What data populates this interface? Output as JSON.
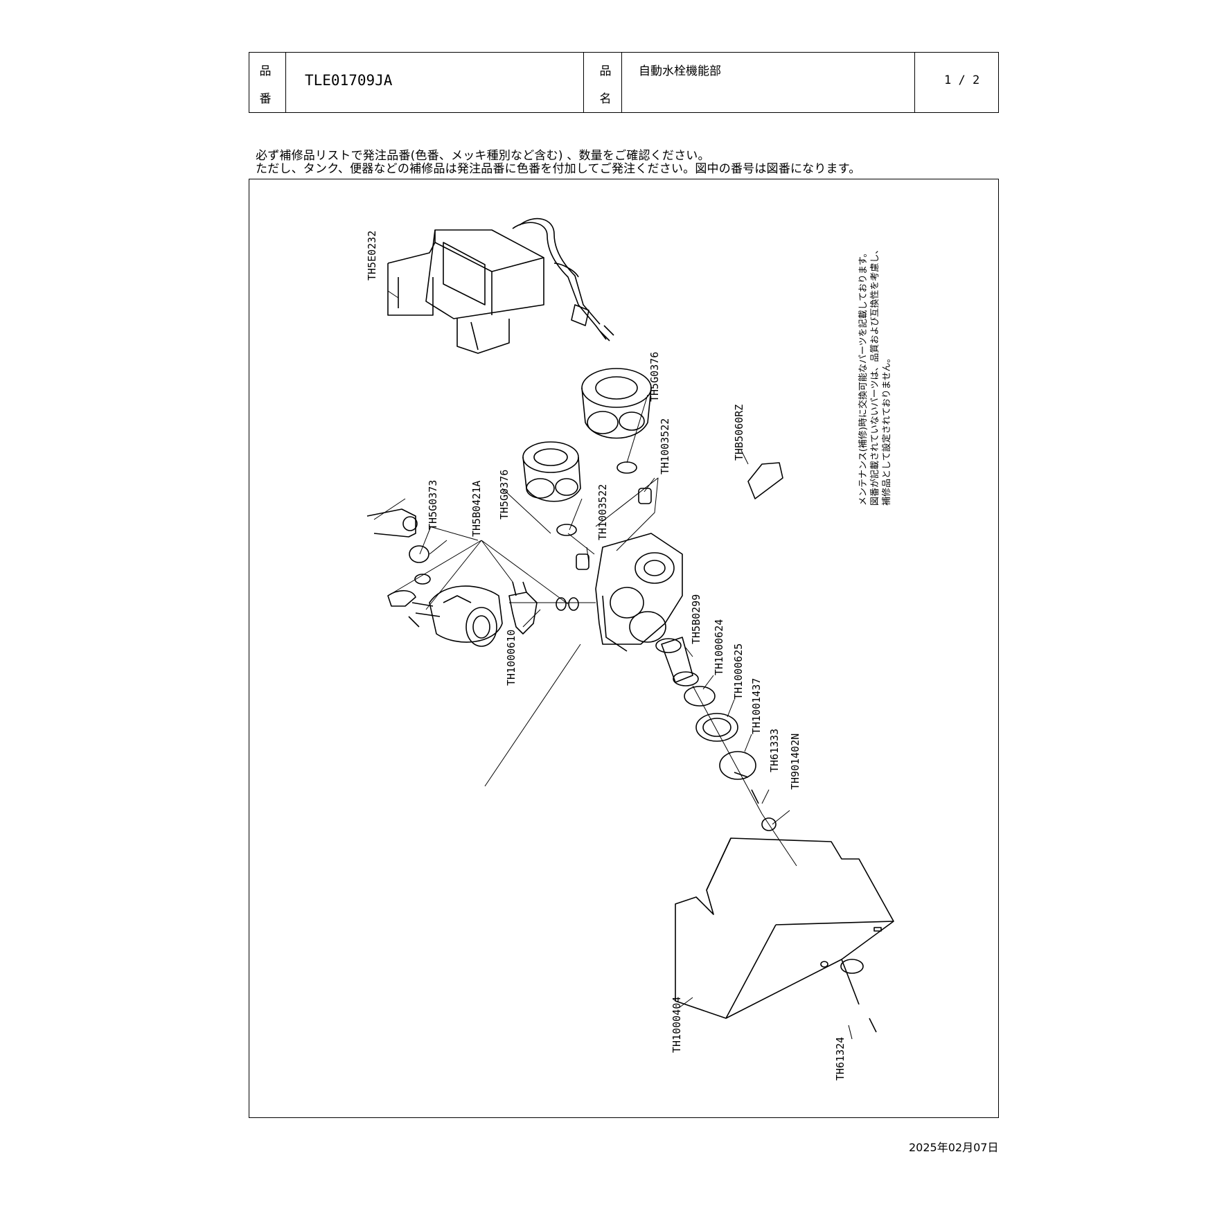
{
  "header": {
    "part_no_label_1": "品",
    "part_no_label_2": "番",
    "part_no": "TLE01709JA",
    "part_name_label_1": "品",
    "part_name_label_2": "名",
    "part_name": "自動水栓機能部",
    "page": "1 / 2"
  },
  "notes": {
    "line1": "必ず補修品リストで発注品番(色番、メッキ種別など含む) 、数量をご確認ください。",
    "line2": "ただし、タンク、便器などの補修品は発注品番に色番を付加してご発注ください。図中の番号は図番になります。"
  },
  "drawing": {
    "callouts": [
      "TH5E0232",
      "TH5G0376",
      "TH1003522",
      "TH5G0376",
      "TH1003522",
      "TH5G0373",
      "TH5B0421A",
      "TH1000610",
      "TH5B0299",
      "TH1000624",
      "TH1000625",
      "TH1001437",
      "TH61333",
      "TH901402N",
      "TH1000404",
      "TH61324",
      "THB5060RZ"
    ],
    "side_note": [
      "メンテナンス(補修)時に交換可能なパーツを記載しております。",
      "図番が記載されていないパーツは、品質および互換性を考慮し、",
      "補修品として設定されておりません。"
    ]
  },
  "footer": {
    "date": "2025年02月07日"
  }
}
